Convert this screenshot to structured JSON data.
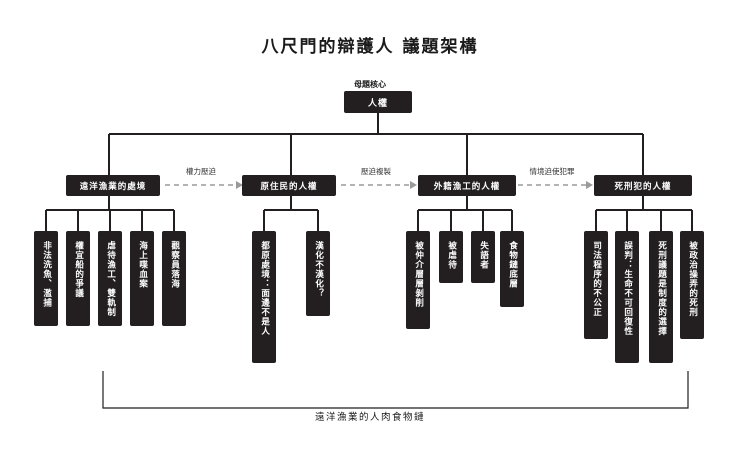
{
  "title": "八尺門的辯護人 議題架構",
  "root": {
    "label": "母題核心",
    "name": "人權"
  },
  "categories": [
    {
      "name": "遠洋漁業的處境",
      "children": [
        "非法洗魚、濫捕",
        "權宜船的爭議",
        "虐待漁工、雙軌制",
        "海上喋血案",
        "觀察員落海"
      ]
    },
    {
      "name": "原住民的人權",
      "children": [
        "都原處境：面邊不是人",
        "漢化不漢化？"
      ]
    },
    {
      "name": "外籍漁工的人權",
      "children": [
        "被仲介層層剝削",
        "被虐待",
        "失語者",
        "食物鏈底層"
      ]
    },
    {
      "name": "死刑犯的人權",
      "children": [
        "司法程序的不公正",
        "誤判：生命不可回復性",
        "死刑議題是制度的選擇",
        "被政治操弄的死刑"
      ]
    }
  ],
  "relations": [
    "權力壓迫",
    "壓迫複製",
    "情境迫使犯罪"
  ],
  "bottom_label": "遠洋漁業的人肉食物鏈",
  "colors": {
    "box": "#231f20",
    "line": "#231f20",
    "arrow": "#9a9a9a",
    "text": "#1a1a1a",
    "box_text": "#ffffff"
  }
}
